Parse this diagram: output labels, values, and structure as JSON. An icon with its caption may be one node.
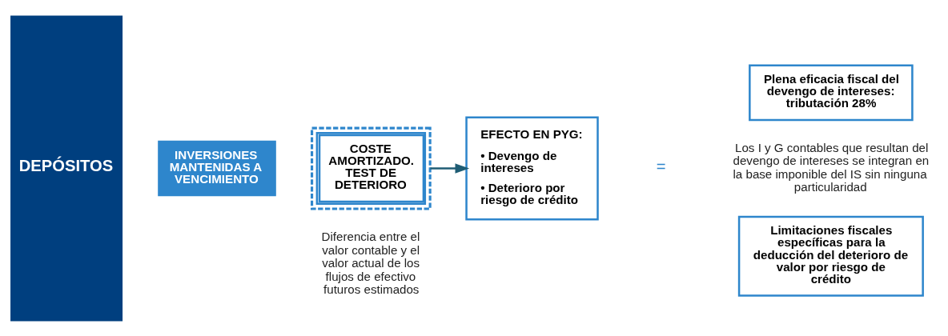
{
  "diagram": {
    "nodes": [
      {
        "text": [
          "DEPÓSITOS"
        ]
      },
      {
        "text": [
          "INVERSIONES MANTENIDAS A VENCIMIENTO"
        ]
      },
      {
        "text": [
          "COSTE AMORTIZADO. TEST DE DETERIORO"
        ],
        "beside": [
          "Diferencia entre el valor contable y el valor actual de los flujos de efectivo futuros estimados"
        ]
      },
      {
        "text": [
          "EFECTO EN PYG:",
          "• Devengo de intereses",
          "• Deterioro por riesgo de crédito"
        ]
      },
      {
        "text": [
          "Plena eficacia fiscal del devengo de intereses: tributación 28%"
        ]
      },
      {
        "text": [
          "Limitaciones fiscales específicas para la deducción del deterioro de valor por riesgo de crédito"
        ]
      }
    ],
    "edges": [
      {
        "from": 2,
        "to": 3,
        "arrow": "to",
        "color": "#1f5d74"
      }
    ],
    "labels": [
      "=",
      "Los I y G contables que resultan del devengo de intereses se integran en la base imponible del IS sin ninguna particularidad"
    ]
  }
}
